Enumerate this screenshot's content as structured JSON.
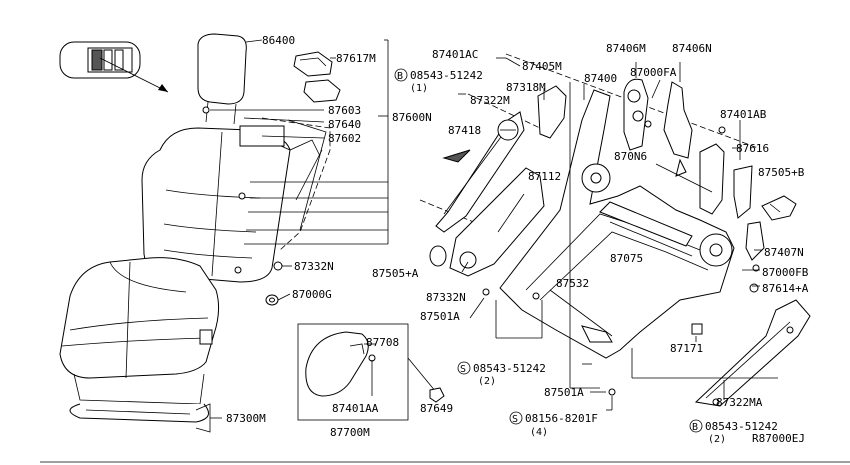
{
  "labels": {
    "l86400": "86400",
    "l87617M": "87617M",
    "l87603": "87603",
    "l87640": "87640",
    "l87600N": "87600N",
    "l87602": "87602",
    "l87332N_a": "87332N",
    "l87000G": "87000G",
    "l87300M": "87300M",
    "l87708": "87708",
    "l87401AA": "87401AA",
    "l87649": "87649",
    "l87700M": "87700M",
    "l87401AC": "87401AC",
    "l87405M": "87405M",
    "s08543_top": "08543-51242",
    "s08543_top_qty": "(1)",
    "l87318M": "87318M",
    "l87322M": "87322M",
    "l87418": "87418",
    "l87112": "87112",
    "l87505A": "87505+A",
    "l87332N_b": "87332N",
    "l87501A_a": "87501A",
    "l87400": "87400",
    "l87406M": "87406M",
    "l87406N": "87406N",
    "l87000FA": "87000FA",
    "l870N6": "870N6",
    "l87401AB": "87401AB",
    "l87616": "87616",
    "l87505B": "87505+B",
    "l87075": "87075",
    "l87407N": "87407N",
    "l87000FB": "87000FB",
    "l87614A": "87614+A",
    "l87532": "87532",
    "l87171": "87171",
    "s08543_mid": "08543-51242",
    "s08543_mid_qty": "(2)",
    "l87501A_b": "87501A",
    "s08156": "08156-8201F",
    "s08156_qty": "(4)",
    "l87322MA": "87322MA",
    "s08543_bot": "08543-51242",
    "s08543_bot_qty": "(2)",
    "code": "R87000EJ"
  },
  "callout_symbols": {
    "bolt_b": "B",
    "screw_s": "S"
  }
}
